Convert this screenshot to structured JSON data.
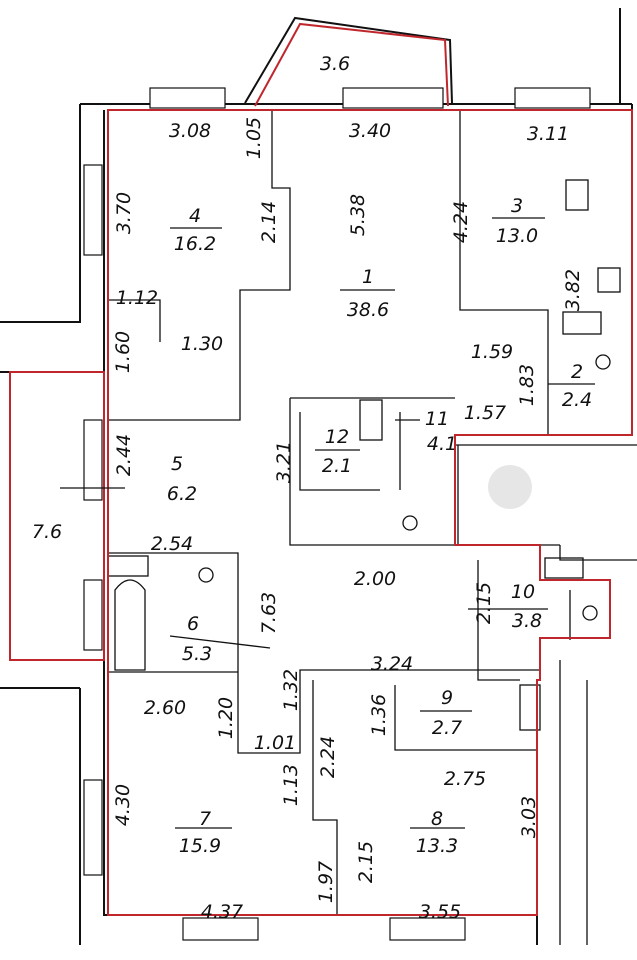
{
  "rooms": [
    {
      "number": "1",
      "area": "38.6"
    },
    {
      "number": "2",
      "area": "2.4"
    },
    {
      "number": "3",
      "area": "13.0"
    },
    {
      "number": "4",
      "area": "16.2"
    },
    {
      "number": "5",
      "area": "6.2"
    },
    {
      "number": "6",
      "area": "5.3"
    },
    {
      "number": "7",
      "area": "15.9"
    },
    {
      "number": "8",
      "area": "13.3"
    },
    {
      "number": "9",
      "area": "2.7"
    },
    {
      "number": "10",
      "area": "3.8"
    },
    {
      "number": "11",
      "area": "4.1"
    },
    {
      "number": "12",
      "area": "2.1"
    }
  ],
  "dimensions": [
    "3.6",
    "3.08",
    "1.05",
    "3.40",
    "3.11",
    "3.70",
    "2.14",
    "5.38",
    "4.24",
    "3.82",
    "1.12",
    "1.30",
    "1.60",
    "1.59",
    "1.83",
    "1.57",
    "2.44",
    "3.21",
    "7.6",
    "2.54",
    "7.63",
    "2.00",
    "2.15",
    "3.24",
    "1.32",
    "1.20",
    "2.60",
    "1.36",
    "1.01",
    "2.24",
    "1.13",
    "2.75",
    "4.30",
    "3.03",
    "2.15",
    "1.97",
    "4.37",
    "3.55"
  ],
  "colors": {
    "outline": "#c0272d",
    "walls": "#111111"
  }
}
